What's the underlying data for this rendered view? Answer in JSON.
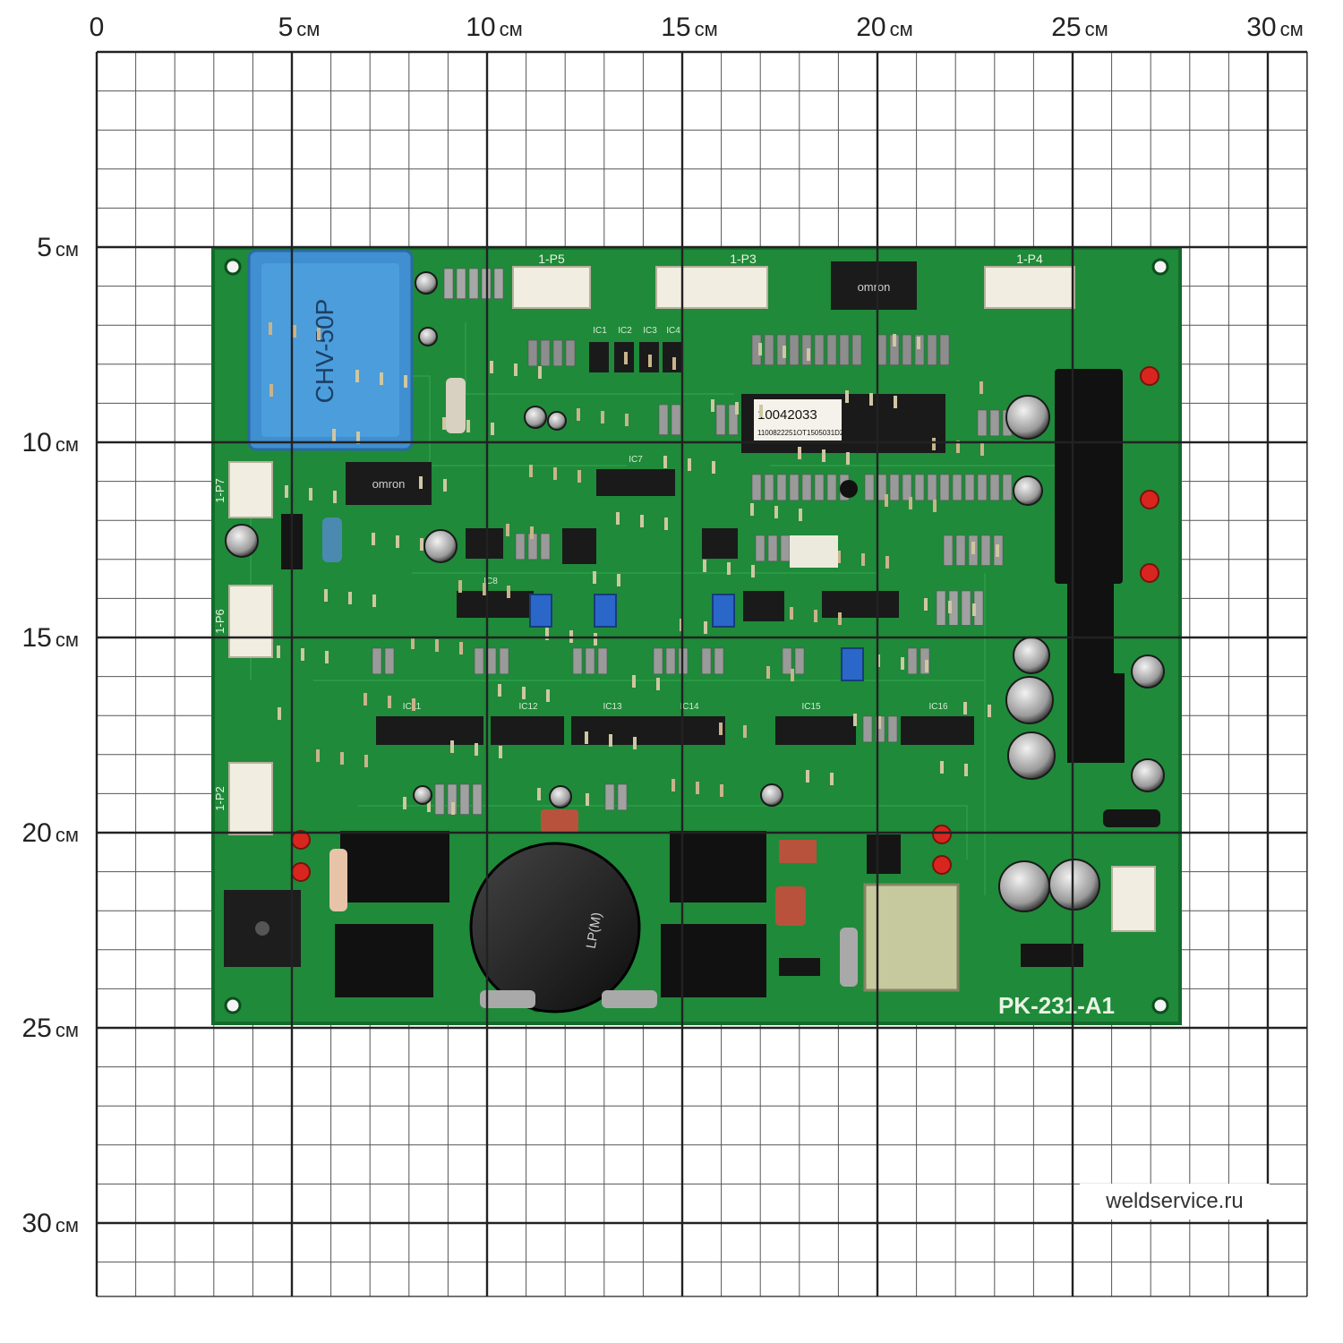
{
  "ruler": {
    "unit": "см",
    "top_ticks": [
      "0",
      "5",
      "10",
      "15",
      "20",
      "25",
      "30"
    ],
    "left_ticks": [
      "5",
      "10",
      "15",
      "20",
      "25",
      "30"
    ]
  },
  "board": {
    "model_label": "PK-231-A1",
    "chip_sticker_line1": "10042033",
    "chip_sticker_line2": "1100822251OT1505031D2",
    "transformer_label": "CHV-50P",
    "connectors": [
      "1-P5",
      "1-P3",
      "1-P4",
      "1-P7",
      "1-P6",
      "1-P2"
    ],
    "ic_labels": [
      "IC1",
      "IC2",
      "IC3",
      "IC4",
      "IC7",
      "IC8",
      "IC11",
      "IC12",
      "IC13",
      "IC14",
      "IC15",
      "IC16"
    ],
    "relay_brand": "omron",
    "capacitor_label": "LP(M)",
    "colors": {
      "pcb": "#1f8a3a",
      "pcb_dark": "#136b2a",
      "transformer": "#3f8fd1",
      "grid_major": "#222222",
      "grid_minor": "#555555"
    }
  },
  "watermark": "weldservice.ru"
}
